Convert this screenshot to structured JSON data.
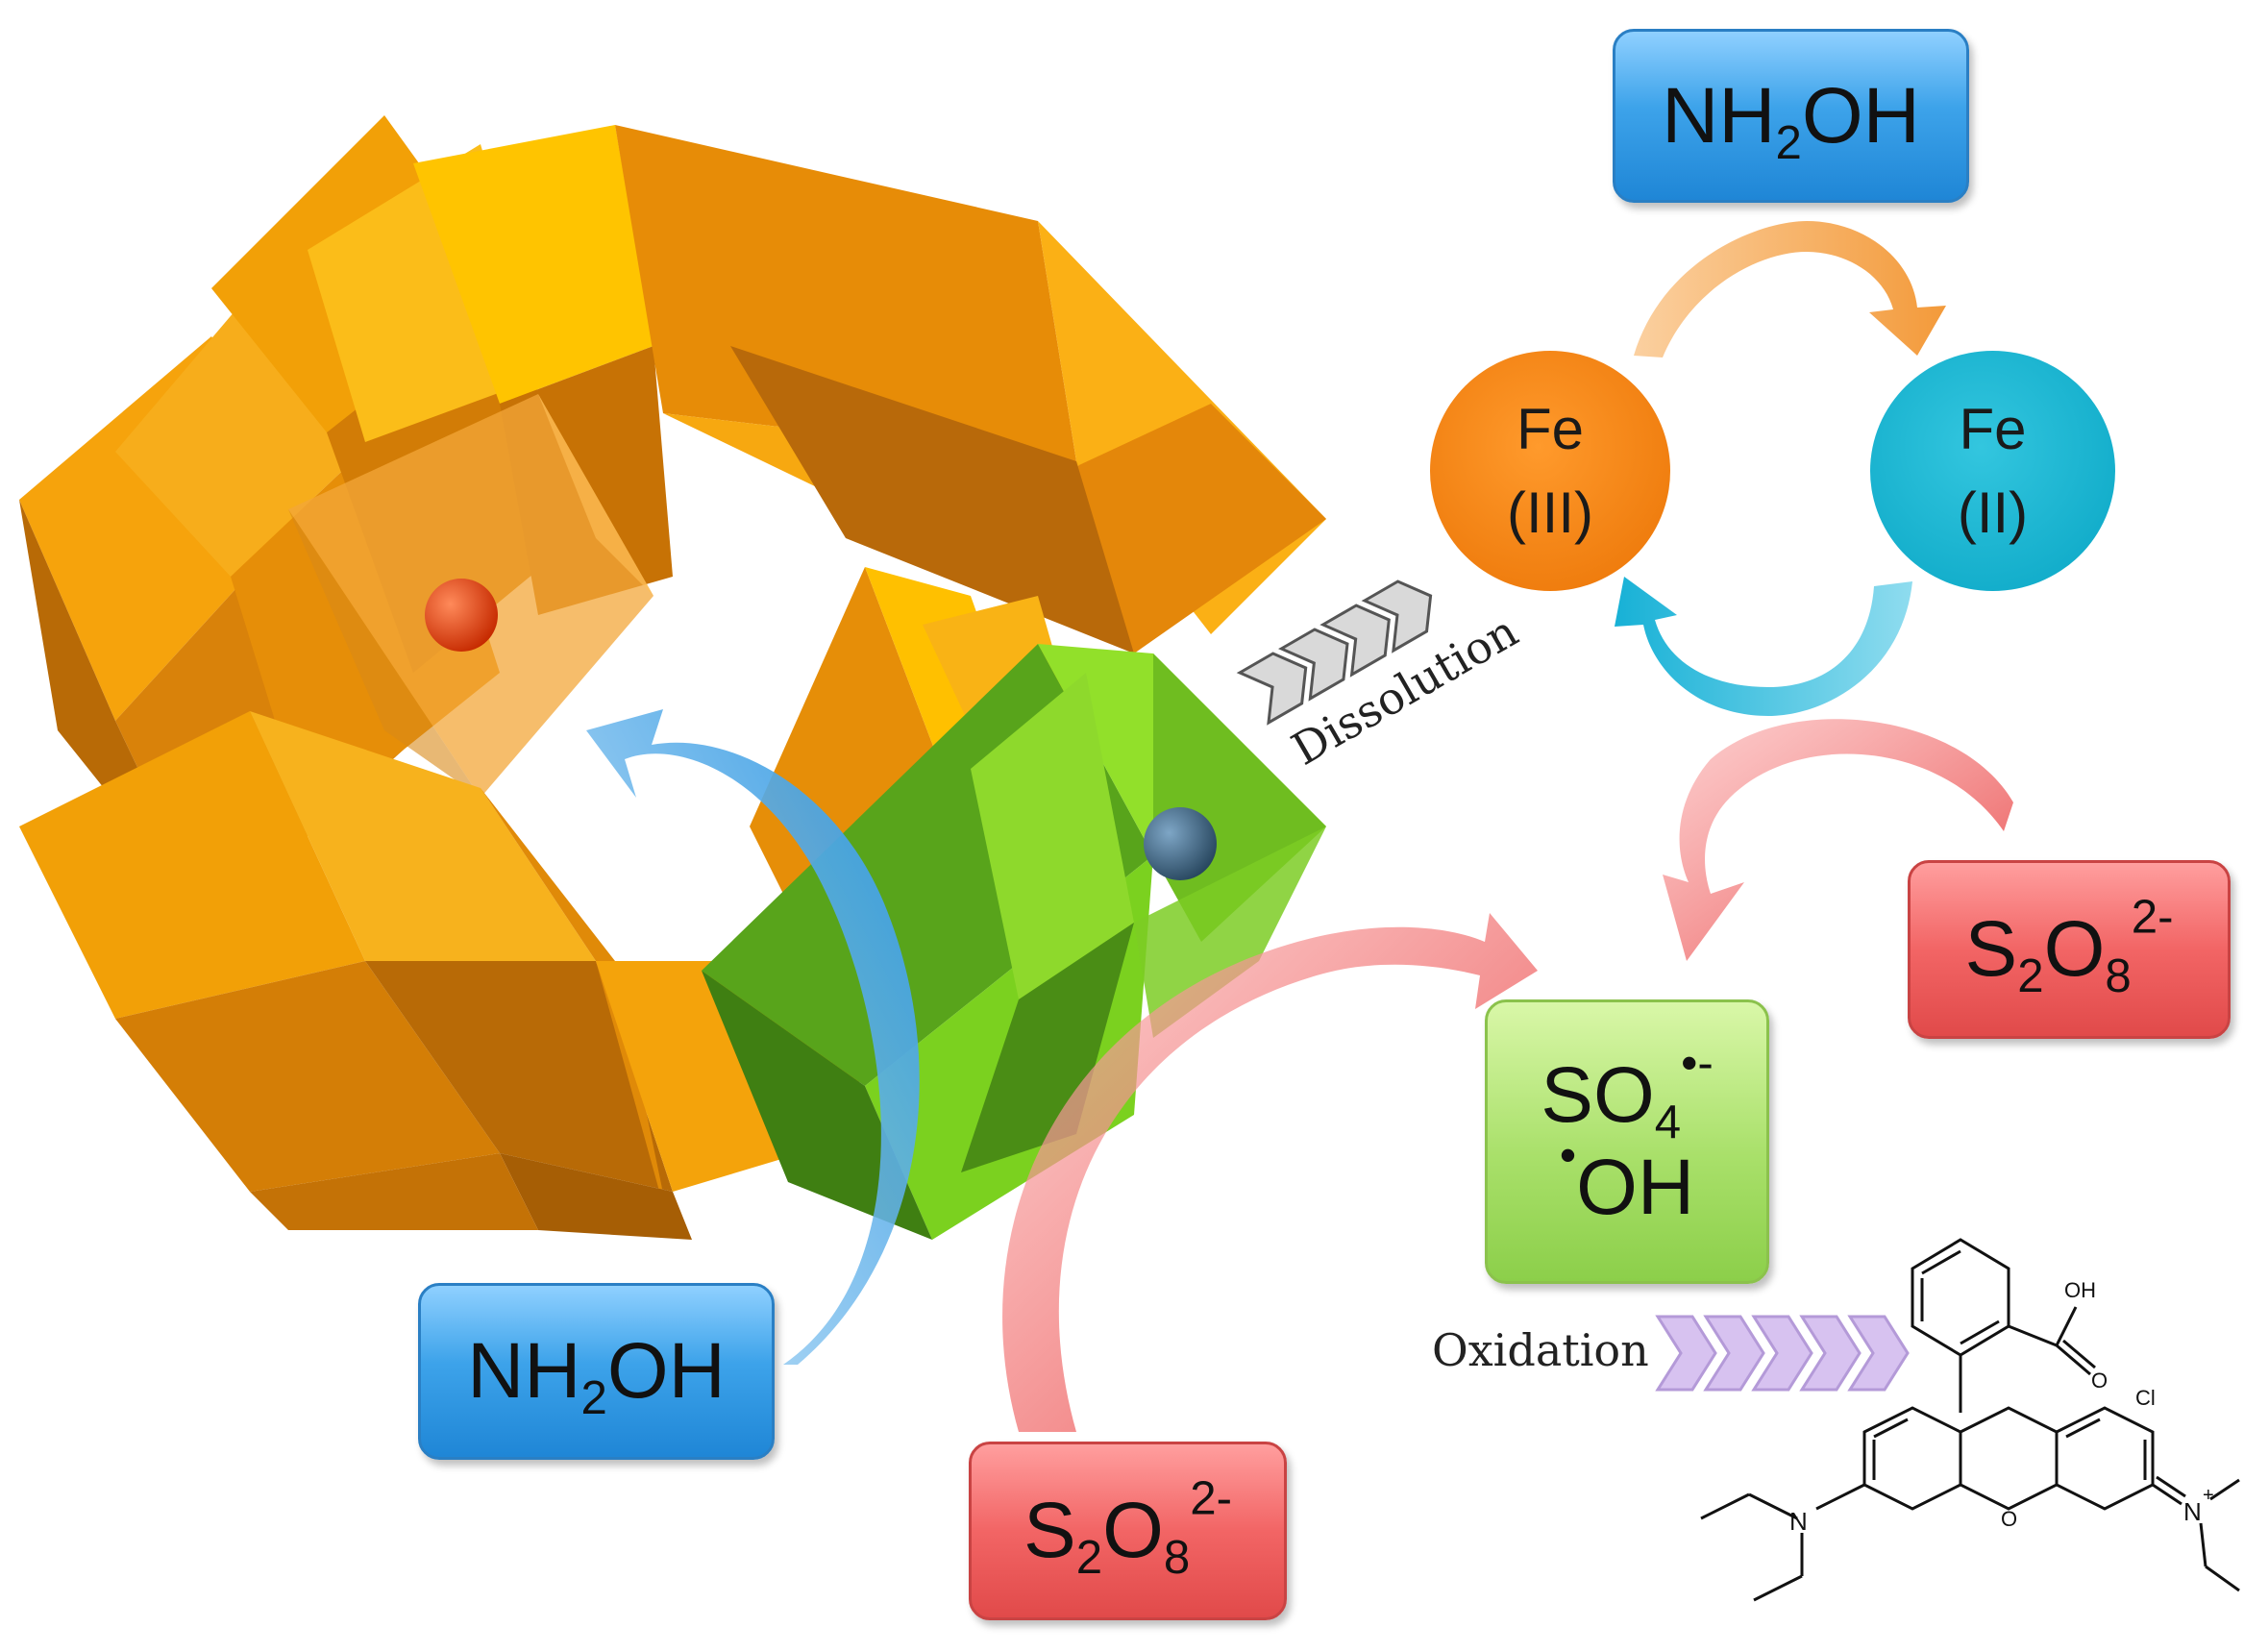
{
  "boxes": {
    "nh2oh_top": {
      "main": "NH",
      "sub": "2",
      "tail": "OH"
    },
    "nh2oh_left": {
      "main": "NH",
      "sub": "2",
      "tail": "OH"
    },
    "s2o8_right": {
      "a": "S",
      "sub1": "2",
      "b": "O",
      "sub2": "8",
      "sup": "2-"
    },
    "s2o8_bottom": {
      "a": "S",
      "sub1": "2",
      "b": "O",
      "sub2": "8",
      "sup": "2-"
    },
    "radicals": {
      "line1_main": "SO",
      "line1_sub": "4",
      "line1_sup": "•-",
      "line2_dot": "•",
      "line2_main": "OH"
    }
  },
  "circles": {
    "fe3": {
      "line1": "Fe",
      "line2": "(III)"
    },
    "fe2": {
      "line1": "Fe",
      "line2": "(II)"
    }
  },
  "labels": {
    "dissolution": "Dissolution",
    "oxidation": "Oxidation"
  },
  "molecule": {
    "oh": "OH",
    "cl": "Cl",
    "n_left": "N",
    "n_right": "N",
    "n_right_charge": "+",
    "o_ring": "O",
    "o_carbonyl": "O"
  },
  "colors": {
    "framework_orange": "#f2a007",
    "framework_green": "#7ccf1c",
    "fe3_circle": "#f07d0c",
    "fe2_circle": "#0fb3cf",
    "arrow_red": "#ec6b6b",
    "arrow_blue": "#3ea4e8",
    "arrow_orange": "#f5a24a"
  }
}
